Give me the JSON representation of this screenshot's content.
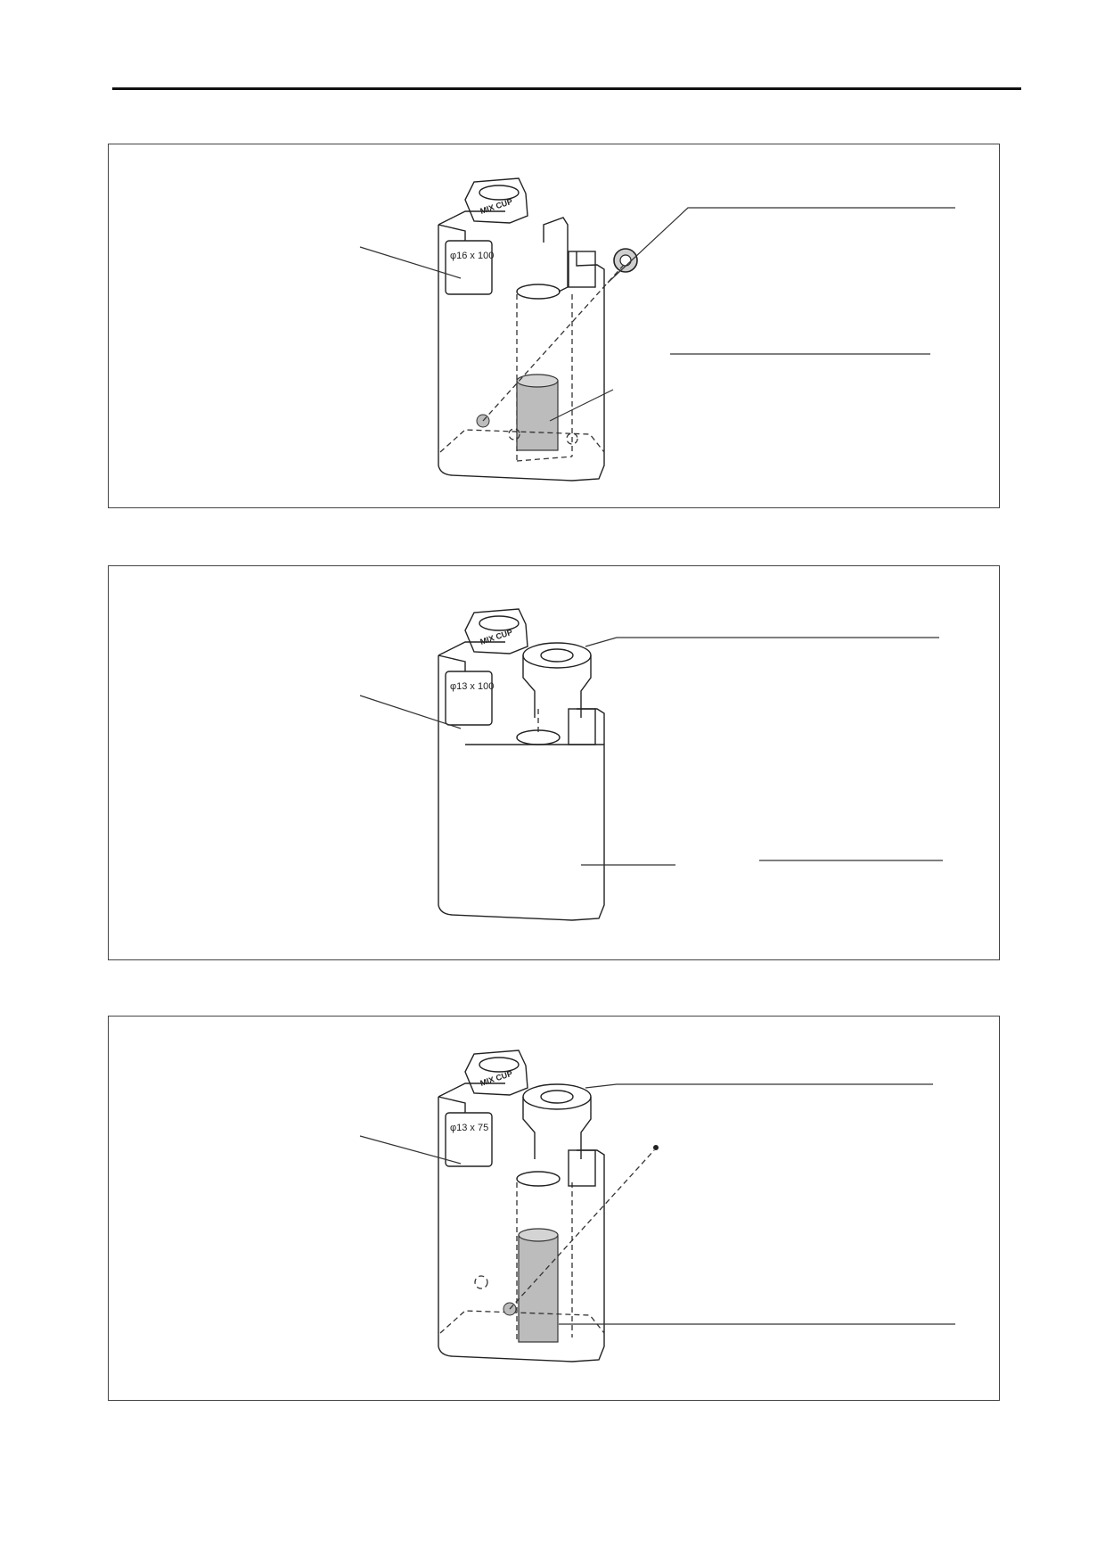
{
  "panels": [
    {
      "id": "panel1",
      "cup_label": "MIX CUP",
      "size_label": "φ16 x 100"
    },
    {
      "id": "panel2",
      "cup_label": "MIX CUP",
      "size_label": "φ13 x 100"
    },
    {
      "id": "panel3",
      "cup_label": "MIX CUP",
      "size_label": "φ13 x 75"
    }
  ],
  "colors": {
    "frame": "#444444",
    "insert_fill": "#bcbcbc",
    "line": "#222222"
  }
}
